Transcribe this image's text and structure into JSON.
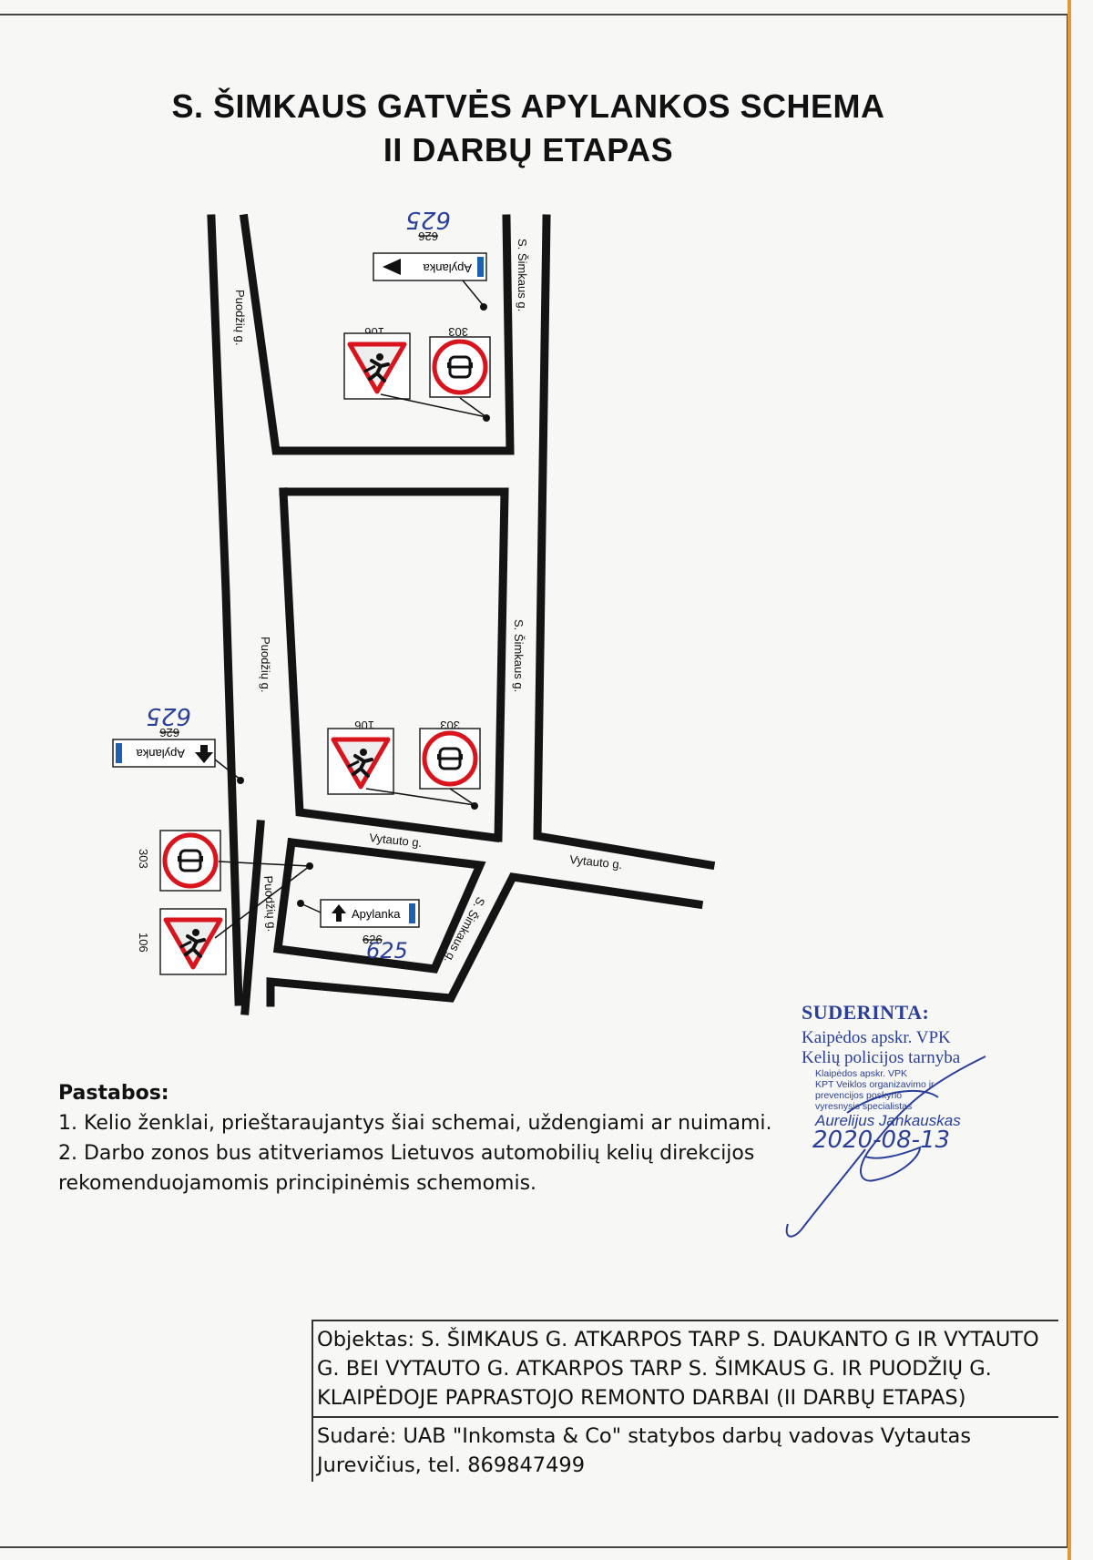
{
  "title": {
    "line1": "S. ŠIMKAUS GATVĖS APYLANKOS SCHEMA",
    "line2": "II DARBŲ ETAPAS"
  },
  "streets": {
    "puodziu": "Puodžių g.",
    "simkaus": "S. Šimkaus g.",
    "vytauto": "Vytauto g."
  },
  "signs": {
    "code_303": "303",
    "code_106": "106",
    "detour_text": "Apylanka",
    "code_626_struck": "626",
    "code_625_handwritten": "625"
  },
  "notes": {
    "heading": "Pastabos:",
    "item1": "1. Kelio ženklai, prieštaraujantys šiai schemai, uždengiami ar nuimami.",
    "item2a": "2. Darbo zonos bus atitveriamos Lietuvos automobilių kelių direkcijos",
    "item2b": "rekomenduojamomis principinėmis schemomis."
  },
  "stamp": {
    "title": "SUDERINTA:",
    "line1": "Kaipėdos apskr. VPK",
    "line2": "Kelių policijos tarnyba",
    "small1": "Klaipėdos apskr. VPK",
    "small2": "KPT Veiklos organizavimo ir",
    "small3": "prevencijos poskyrio",
    "small4": "vyresnysis specialistas",
    "name": "Aurelijus Jankauskas",
    "date": "2020-08-13"
  },
  "info": {
    "objektas": "Objektas: S. ŠIMKAUS G. ATKARPOS TARP S. DAUKANTO G IR VYTAUTO G. BEI VYTAUTO G. ATKARPOS TARP S. ŠIMKAUS G. IR PUODŽIŲ G. KLAIPĖDOJE PAPRASTOJO REMONTO DARBAI (II DARBŲ ETAPAS)",
    "sudare": "Sudarė: UAB \"Inkomsta & Co\" statybos darbų vadovas Vytautas Jurevičius, tel. 869847499"
  },
  "colors": {
    "road": "#141414",
    "ink_blue": "#2a3f9a",
    "sign_blue": "#1f5fb0",
    "sign_red": "#d8141c",
    "border_orange": "#e09a3a"
  }
}
